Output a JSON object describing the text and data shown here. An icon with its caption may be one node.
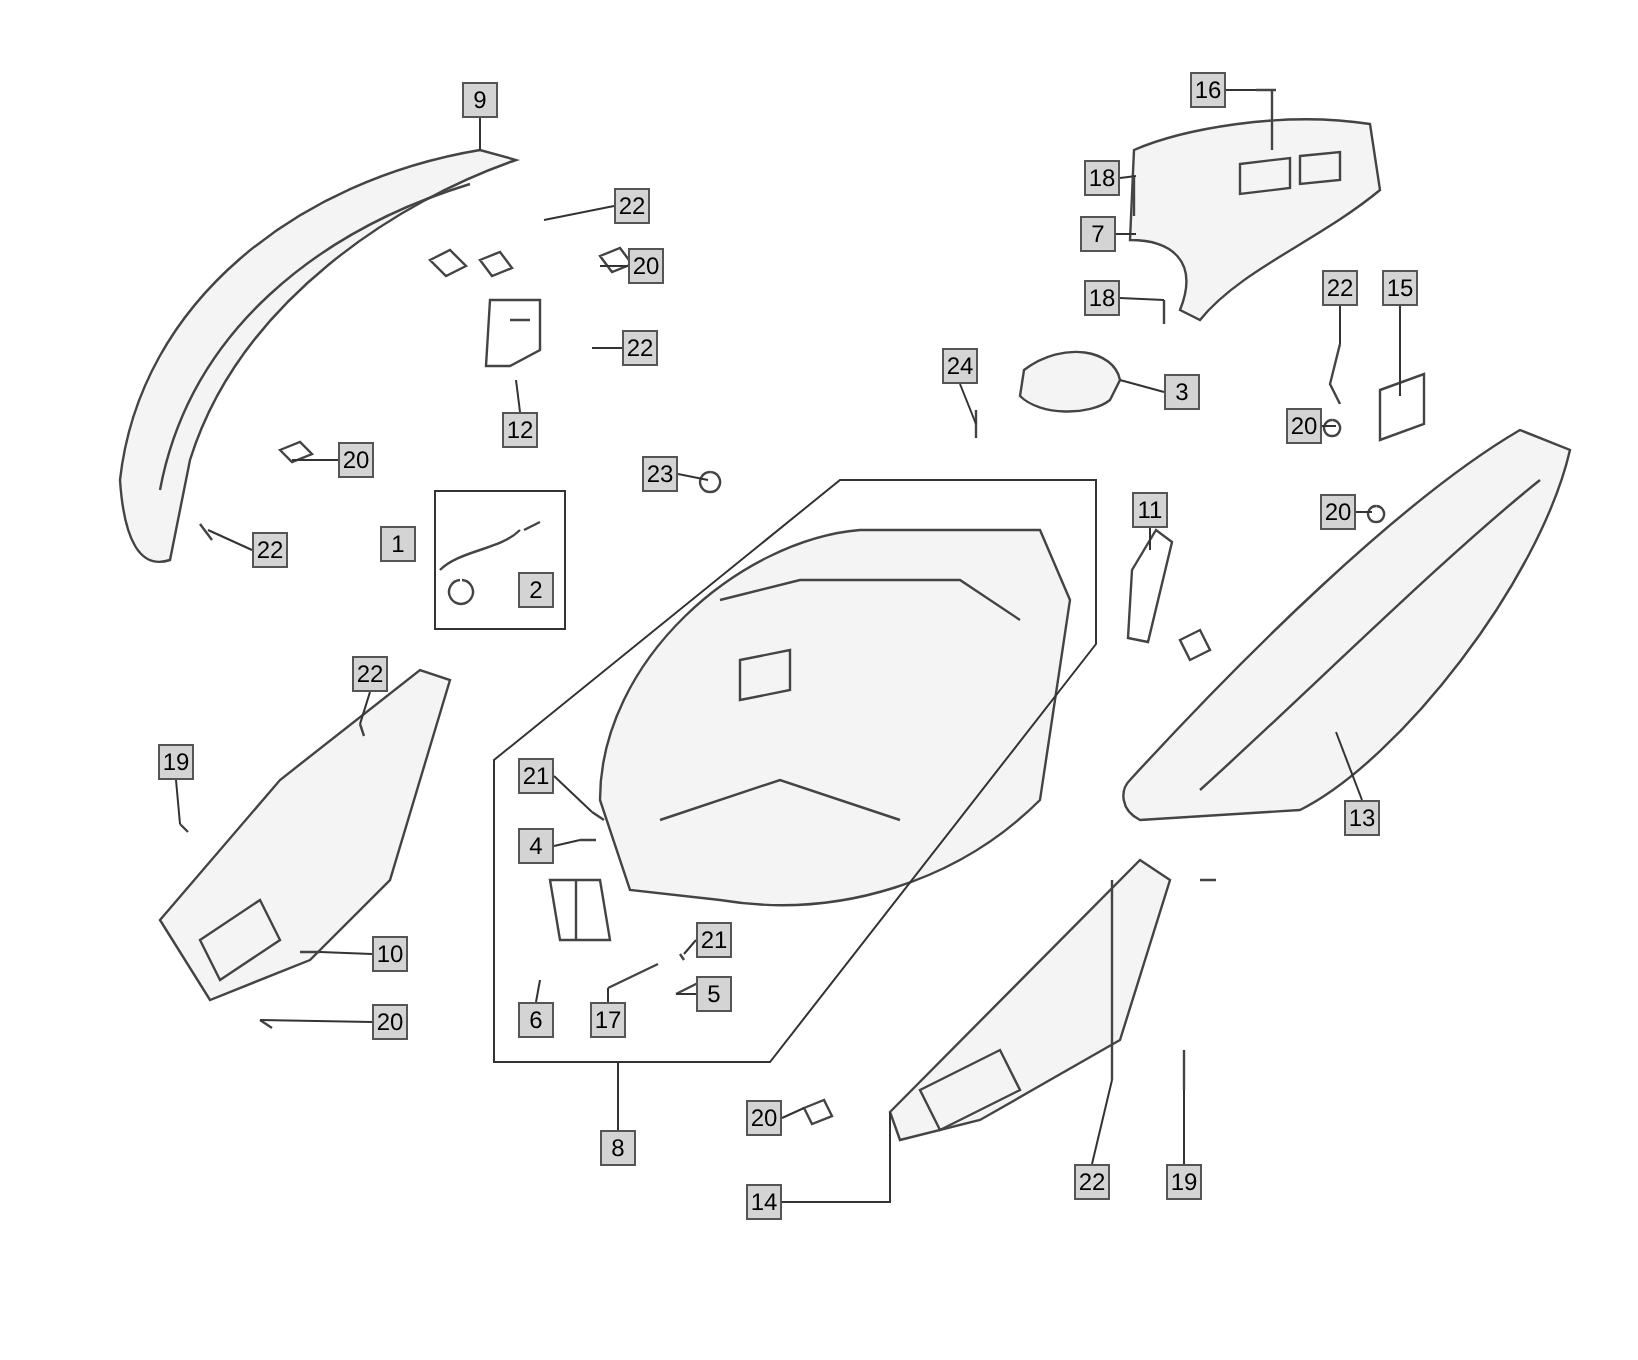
{
  "diagram": {
    "nodes": [
      {
        "text": [
          "9"
        ]
      },
      {
        "text": [
          "16"
        ]
      },
      {
        "text": [
          "18"
        ]
      },
      {
        "text": [
          "22"
        ]
      },
      {
        "text": [
          "7"
        ]
      },
      {
        "text": [
          "20"
        ]
      },
      {
        "text": [
          "22"
        ]
      },
      {
        "text": [
          "15"
        ]
      },
      {
        "text": [
          "18"
        ]
      },
      {
        "text": [
          "22"
        ]
      },
      {
        "text": [
          "24"
        ]
      },
      {
        "text": [
          "3"
        ]
      },
      {
        "text": [
          "12"
        ]
      },
      {
        "text": [
          "20"
        ]
      },
      {
        "text": [
          "20"
        ]
      },
      {
        "text": [
          "23"
        ]
      },
      {
        "text": [],
        "shape": "box"
      },
      {
        "text": [
          "1"
        ]
      },
      {
        "text": [
          "2"
        ],
        "in": 16
      },
      {
        "text": [
          "11"
        ]
      },
      {
        "text": [
          "20"
        ]
      },
      {
        "text": [
          "22"
        ]
      },
      {
        "text": [
          "22"
        ]
      },
      {
        "text": [],
        "shape": "polygon"
      },
      {
        "text": [
          "19"
        ]
      },
      {
        "text": [
          "21"
        ],
        "in": 23
      },
      {
        "text": [
          "13"
        ]
      },
      {
        "text": [
          "4"
        ],
        "in": 23
      },
      {
        "text": [
          "21"
        ],
        "in": 23
      },
      {
        "text": [
          "10"
        ]
      },
      {
        "text": [
          "5"
        ],
        "in": 23
      },
      {
        "text": [
          "6"
        ],
        "in": 23
      },
      {
        "text": [
          "17"
        ],
        "in": 23
      },
      {
        "text": [
          "20"
        ]
      },
      {
        "text": [
          "8"
        ]
      },
      {
        "text": [
          "20"
        ]
      },
      {
        "text": [
          "14"
        ]
      },
      {
        "text": [
          "22"
        ]
      },
      {
        "text": [
          "19"
        ]
      }
    ],
    "edges": [
      {
        "from": 0,
        "to": null,
        "arrow": "none"
      },
      {
        "from": 1,
        "to": null,
        "arrow": "none"
      },
      {
        "from": 2,
        "to": null,
        "arrow": "none"
      },
      {
        "from": 3,
        "to": null,
        "arrow": "none"
      },
      {
        "from": 4,
        "to": null,
        "arrow": "none"
      },
      {
        "from": 5,
        "to": null,
        "arrow": "none"
      },
      {
        "from": 6,
        "to": null,
        "arrow": "none"
      },
      {
        "from": 7,
        "to": null,
        "arrow": "none"
      },
      {
        "from": 8,
        "to": null,
        "arrow": "none"
      },
      {
        "from": 9,
        "to": null,
        "arrow": "none"
      },
      {
        "from": 10,
        "to": null,
        "arrow": "none"
      },
      {
        "from": 11,
        "to": null,
        "arrow": "none"
      },
      {
        "from": 12,
        "to": null,
        "arrow": "none"
      },
      {
        "from": 13,
        "to": null,
        "arrow": "none"
      },
      {
        "from": 14,
        "to": null,
        "arrow": "none"
      },
      {
        "from": 15,
        "to": null,
        "arrow": "none"
      },
      {
        "from": 19,
        "to": null,
        "arrow": "none"
      },
      {
        "from": 20,
        "to": null,
        "arrow": "none"
      },
      {
        "from": 21,
        "to": null,
        "arrow": "none"
      },
      {
        "from": 22,
        "to": null,
        "arrow": "none"
      },
      {
        "from": 24,
        "to": null,
        "arrow": "none"
      },
      {
        "from": 25,
        "to": null,
        "arrow": "none"
      },
      {
        "from": 26,
        "to": null,
        "arrow": "none"
      },
      {
        "from": 27,
        "to": null,
        "arrow": "none"
      },
      {
        "from": 28,
        "to": null,
        "arrow": "none"
      },
      {
        "from": 29,
        "to": null,
        "arrow": "none"
      },
      {
        "from": 30,
        "to": null,
        "arrow": "none"
      },
      {
        "from": 31,
        "to": null,
        "arrow": "none"
      },
      {
        "from": 32,
        "to": null,
        "arrow": "none"
      },
      {
        "from": 33,
        "to": null,
        "arrow": "none"
      },
      {
        "from": 34,
        "to": 23,
        "arrow": "none"
      },
      {
        "from": 35,
        "to": null,
        "arrow": "none"
      },
      {
        "from": 36,
        "to": null,
        "arrow": "none"
      },
      {
        "from": 37,
        "to": null,
        "arrow": "none"
      },
      {
        "from": 38,
        "to": null,
        "arrow": "none"
      }
    ]
  }
}
